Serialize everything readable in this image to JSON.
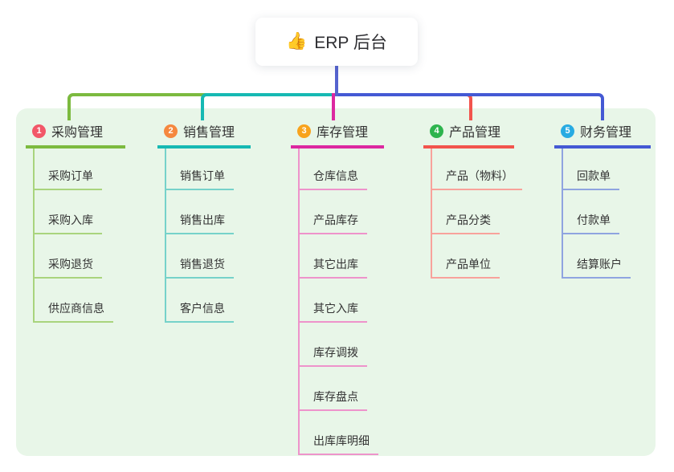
{
  "colors": {
    "canvas_bg": "#ffffff",
    "panel_bg": "#e8f6e8",
    "text": "#333333",
    "root_connector": "#5563cf"
  },
  "root": {
    "icon": "👍",
    "label": "ERP 后台"
  },
  "branches": [
    {
      "num": "1",
      "label": "采购管理",
      "badge_color": "#f25768",
      "line_color": "#7cba3f",
      "child_line_color": "#a9d47d",
      "children": [
        "采购订单",
        "采购入库",
        "采购退货",
        "供应商信息"
      ]
    },
    {
      "num": "2",
      "label": "销售管理",
      "badge_color": "#f5883f",
      "line_color": "#16b9b3",
      "child_line_color": "#76d2ca",
      "children": [
        "销售订单",
        "销售出库",
        "销售退货",
        "客户信息"
      ]
    },
    {
      "num": "3",
      "label": "库存管理",
      "badge_color": "#f8a31d",
      "line_color": "#dc28a0",
      "child_line_color": "#ee93cb",
      "children": [
        "仓库信息",
        "产品库存",
        "其它出库",
        "其它入库",
        "库存调拨",
        "库存盘点",
        "出库库明细"
      ]
    },
    {
      "num": "4",
      "label": "产品管理",
      "badge_color": "#2eb44e",
      "line_color": "#f2544d",
      "child_line_color": "#f8a29b",
      "children": [
        "产品（物料）",
        "产品分类",
        "产品单位"
      ]
    },
    {
      "num": "5",
      "label": "财务管理",
      "badge_color": "#28abe2",
      "line_color": "#4459d4",
      "child_line_color": "#8fa4e0",
      "children": [
        "回款单",
        "付款单",
        "结算账户"
      ]
    }
  ]
}
